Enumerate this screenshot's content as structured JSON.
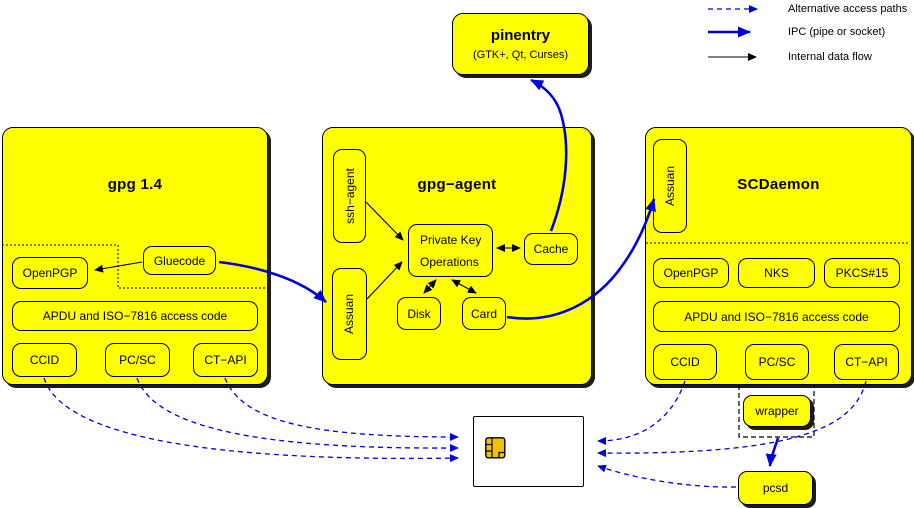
{
  "legend": {
    "alt_paths": "Alternative access paths",
    "ipc": "IPC (pipe or socket)",
    "internal": "Internal data flow"
  },
  "pinentry": {
    "title": "pinentry",
    "subtitle": "(GTK+, Qt, Curses)"
  },
  "gpg14": {
    "title": "gpg 1.4",
    "openpgp": "OpenPGP",
    "gluecode": "Gluecode",
    "apdu": "APDU and ISO−7816 access code",
    "ccid": "CCID",
    "pcsc": "PC/SC",
    "ctapi": "CT−API"
  },
  "gpg_agent": {
    "title": "gpg−agent",
    "ssh_agent": "ssh−agent",
    "assuan": "Assuan",
    "private_key_line1": "Private Key",
    "private_key_line2": "Operations",
    "cache": "Cache",
    "disk": "Disk",
    "card": "Card"
  },
  "scdaemon": {
    "title": "SCDaemon",
    "assuan": "Assuan",
    "openpgp": "OpenPGP",
    "nks": "NKS",
    "pkcs15": "PKCS#15",
    "apdu": "APDU and ISO−7816 access code",
    "ccid": "CCID",
    "pcsc": "PC/SC",
    "ctapi": "CT−API"
  },
  "external": {
    "wrapper": "wrapper",
    "pcsd": "pcsd"
  },
  "colors": {
    "node_fill": "#ffff00",
    "outline": "#000000",
    "arrow_blue": "#0000dd",
    "shadow": "#1c1c1c",
    "card_fill": "#ffffff",
    "chip_gold": "#efc100"
  }
}
